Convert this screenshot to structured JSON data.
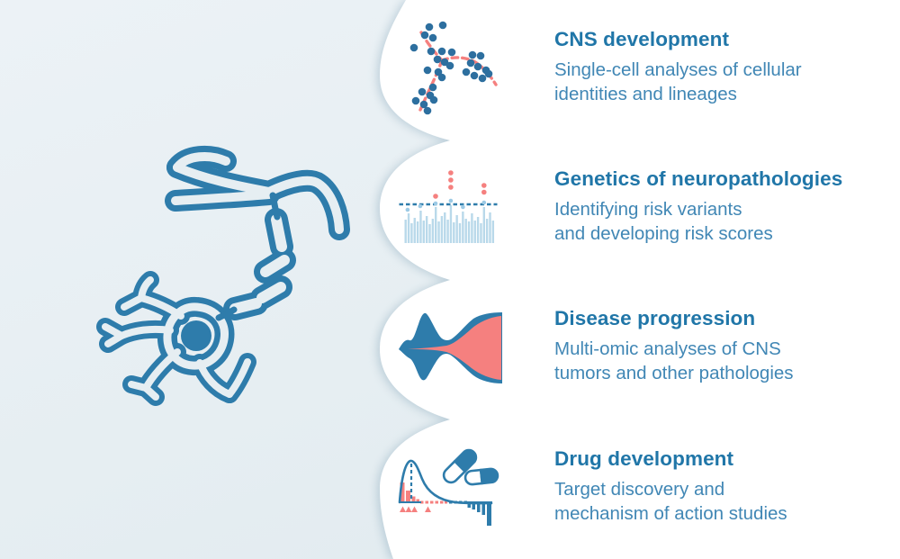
{
  "illustration": {
    "name": "neuron-with-myelinated-axon",
    "style": "hand-drawn outline"
  },
  "colors": {
    "background": "#e6eef2",
    "panel": "#ffffff",
    "primary_blue": "#2e7cab",
    "title_blue": "#2076a8",
    "subtitle_blue": "#4187b5",
    "salmon": "#f5807f",
    "light_bar_blue": "#b9d9ea",
    "light_dot_blue": "#9ccae5"
  },
  "sections": [
    {
      "id": "cns-development",
      "icon": "single-cell-trajectory-scatter-icon",
      "title": "CNS development",
      "desc_lines": [
        "Single-cell analyses of cellular",
        "identities and lineages"
      ]
    },
    {
      "id": "genetics-of-neuropathologies",
      "icon": "manhattan-plot-icon",
      "title": "Genetics of neuropathologies",
      "desc_lines": [
        "Identifying risk variants",
        "and developing risk scores"
      ]
    },
    {
      "id": "disease-progression",
      "icon": "fishplot-clonal-evolution-icon",
      "title": "Disease progression",
      "desc_lines": [
        "Multi-omic analyses of CNS",
        "tumors and other pathologies"
      ]
    },
    {
      "id": "drug-development",
      "icon": "dose-response-curve-and-pills-icon",
      "title": "Drug development",
      "desc_lines": [
        "Target discovery and",
        "mechanism of action studies"
      ]
    }
  ]
}
